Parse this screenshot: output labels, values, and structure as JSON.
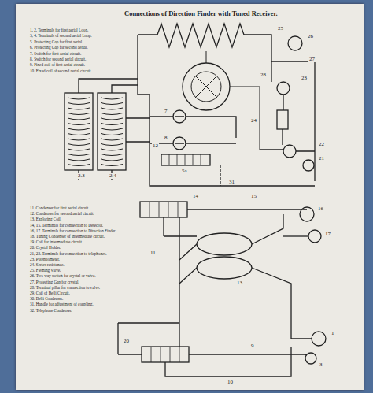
{
  "diagram": {
    "title": "Connections of Direction Finder with Tuned Receiver.",
    "labels": [
      "1, 2. Terminals for first aerial Loop.",
      "3, 4. Terminals of second aerial Loop.",
      "5. Protecting Gap for first aerial.",
      "6. Protecting Gap for second aerial.",
      "7. Switch for first aerial circuit.",
      "8. Switch for second aerial circuit.",
      "9. Fixed coil of first aerial circuit.",
      "10. Fixed coil of second aerial circuit.",
      "11. Condenser for first aerial circuit.",
      "12. Condenser for second aerial circuit.",
      "13. Exploring Coil.",
      "14, 15. Terminals for connection to Detector.",
      "16, 17. Terminals for connection to Direction Finder.",
      "18. Tuning Condenser of Intermediate circuit.",
      "19. Coil for intermediate circuit.",
      "20. Crystal Holder.",
      "21, 22. Terminals for connection to telephones.",
      "23. Potentiometer.",
      "24. Series resistance.",
      "25. Fleming Valve.",
      "26. Two way switch for crystal or valve.",
      "27. Protecting Gap for crystal.",
      "28. Terminal pillar for connection to valve.",
      "29. Coil of Belli Circuit.",
      "30. Belli Condenser.",
      "31. Handle for adjustment of coupling.",
      "32. Telephone Condenser.",
      "2.3",
      "2.4",
      "5a",
      "31",
      "7",
      "8",
      "25",
      "26",
      "27",
      "23",
      "28",
      "24",
      "22",
      "21",
      "12",
      "14",
      "15",
      "11",
      "13",
      "16",
      "17",
      "9",
      "10",
      "3",
      "1",
      "20"
    ]
  }
}
